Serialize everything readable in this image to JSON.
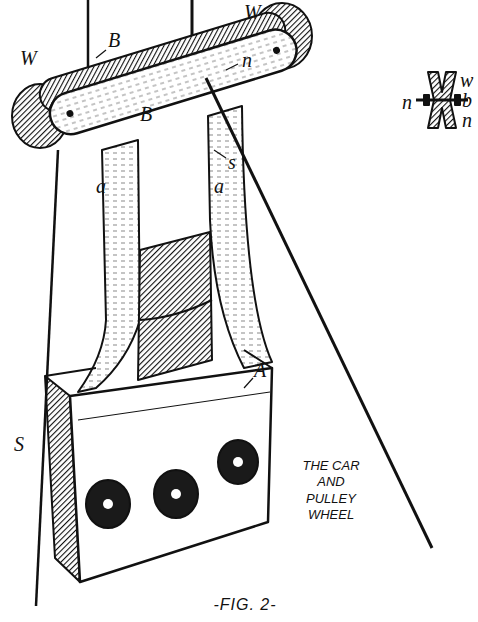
{
  "diagram": {
    "caption": "-FIG. 2-",
    "labels": [
      "W",
      "B",
      "n",
      "W",
      "B",
      "s",
      "a",
      "a",
      "A",
      "S",
      "n",
      "w",
      "b",
      "n",
      "THE CAR AND PULLEY WHEEL"
    ]
  }
}
